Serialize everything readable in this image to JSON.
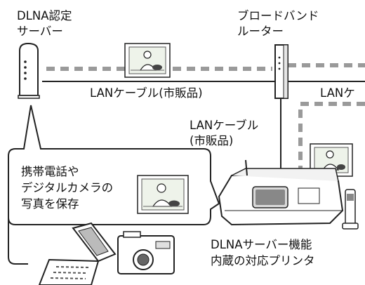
{
  "labels": {
    "dlna_server_line1": "DLNA認定",
    "dlna_server_line2": "サーバー",
    "router_line1": "ブロードバンド",
    "router_line2": "ルーター",
    "lan_cable_top": "LANケーブル(市販品)",
    "lan_cable_right": "LANケ",
    "lan_cable_vertical_line1": "LANケーブル",
    "lan_cable_vertical_line2": "(市販品)",
    "devices_line1": "携帯電話や",
    "devices_line2": "デジタルカメラの",
    "devices_line3": "写真を保存",
    "printer_line1": "DLNAサーバー機能",
    "printer_line2": "内蔵の対応プリンタ"
  },
  "colors": {
    "line": "#222222",
    "wireless_dashes": "#9a9a9a",
    "device_fill": "#ffffff",
    "photo_bg": "#eef3ea"
  },
  "icons": [
    "server-icon",
    "router-icon",
    "printer-icon",
    "cordless-phone-icon",
    "flip-phone-icon",
    "digital-camera-icon",
    "photo-icon"
  ]
}
